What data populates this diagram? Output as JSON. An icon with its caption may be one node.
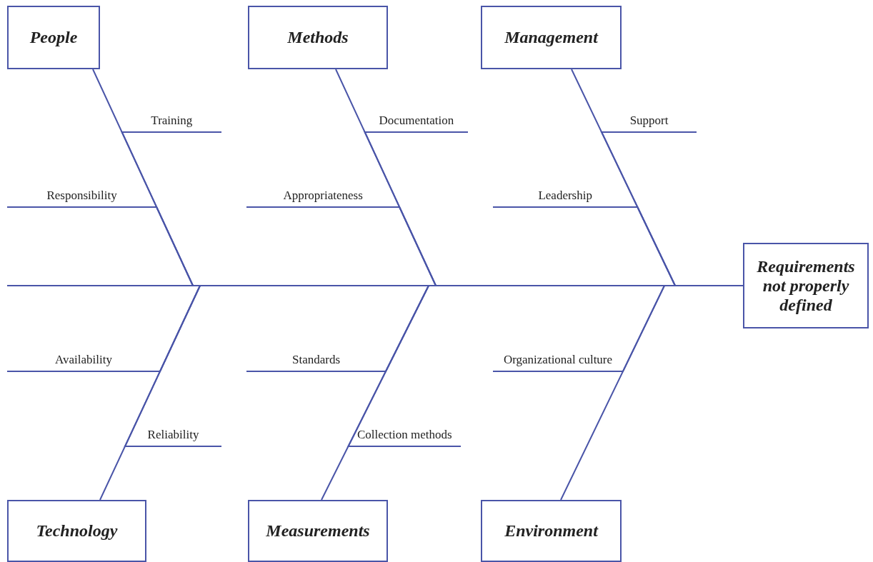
{
  "diagram": {
    "nodes": [
      {
        "text": [
          "People"
        ]
      },
      {
        "text": [
          "Methods"
        ]
      },
      {
        "text": [
          "Management"
        ]
      },
      {
        "text": [
          "Technology"
        ]
      },
      {
        "text": [
          "Measurements"
        ]
      },
      {
        "text": [
          "Environment"
        ]
      },
      {
        "text": [
          "Requirements not properly defined"
        ]
      },
      {
        "text": [
          "Training"
        ]
      },
      {
        "text": [
          "Responsibility"
        ]
      },
      {
        "text": [
          "Documentation"
        ]
      },
      {
        "text": [
          "Appropriateness"
        ]
      },
      {
        "text": [
          "Support"
        ]
      },
      {
        "text": [
          "Leadership"
        ]
      },
      {
        "text": [
          "Availability"
        ]
      },
      {
        "text": [
          "Reliability"
        ]
      },
      {
        "text": [
          "Standards"
        ]
      },
      {
        "text": [
          "Collection methods"
        ]
      },
      {
        "text": [
          "Organizational culture"
        ]
      }
    ],
    "edges": [
      {
        "from": 0,
        "to": 6,
        "arrow": "none"
      },
      {
        "from": 1,
        "to": 6,
        "arrow": "none"
      },
      {
        "from": 2,
        "to": 6,
        "arrow": "none"
      },
      {
        "from": 3,
        "to": 6,
        "arrow": "none"
      },
      {
        "from": 4,
        "to": 6,
        "arrow": "none"
      },
      {
        "from": 5,
        "to": 6,
        "arrow": "none"
      },
      {
        "from": null,
        "to": 6,
        "arrow": "none"
      },
      {
        "from": 7,
        "to": 6,
        "arrow": "none"
      },
      {
        "from": 8,
        "to": 6,
        "arrow": "none"
      },
      {
        "from": 9,
        "to": 6,
        "arrow": "none"
      },
      {
        "from": 10,
        "to": 6,
        "arrow": "none"
      },
      {
        "from": 11,
        "to": 6,
        "arrow": "none"
      },
      {
        "from": 12,
        "to": 6,
        "arrow": "none"
      },
      {
        "from": 13,
        "to": 6,
        "arrow": "none"
      },
      {
        "from": 14,
        "to": 6,
        "arrow": "none"
      },
      {
        "from": 15,
        "to": 6,
        "arrow": "none"
      },
      {
        "from": 16,
        "to": 6,
        "arrow": "none"
      },
      {
        "from": 17,
        "to": 6,
        "arrow": "none"
      }
    ]
  }
}
